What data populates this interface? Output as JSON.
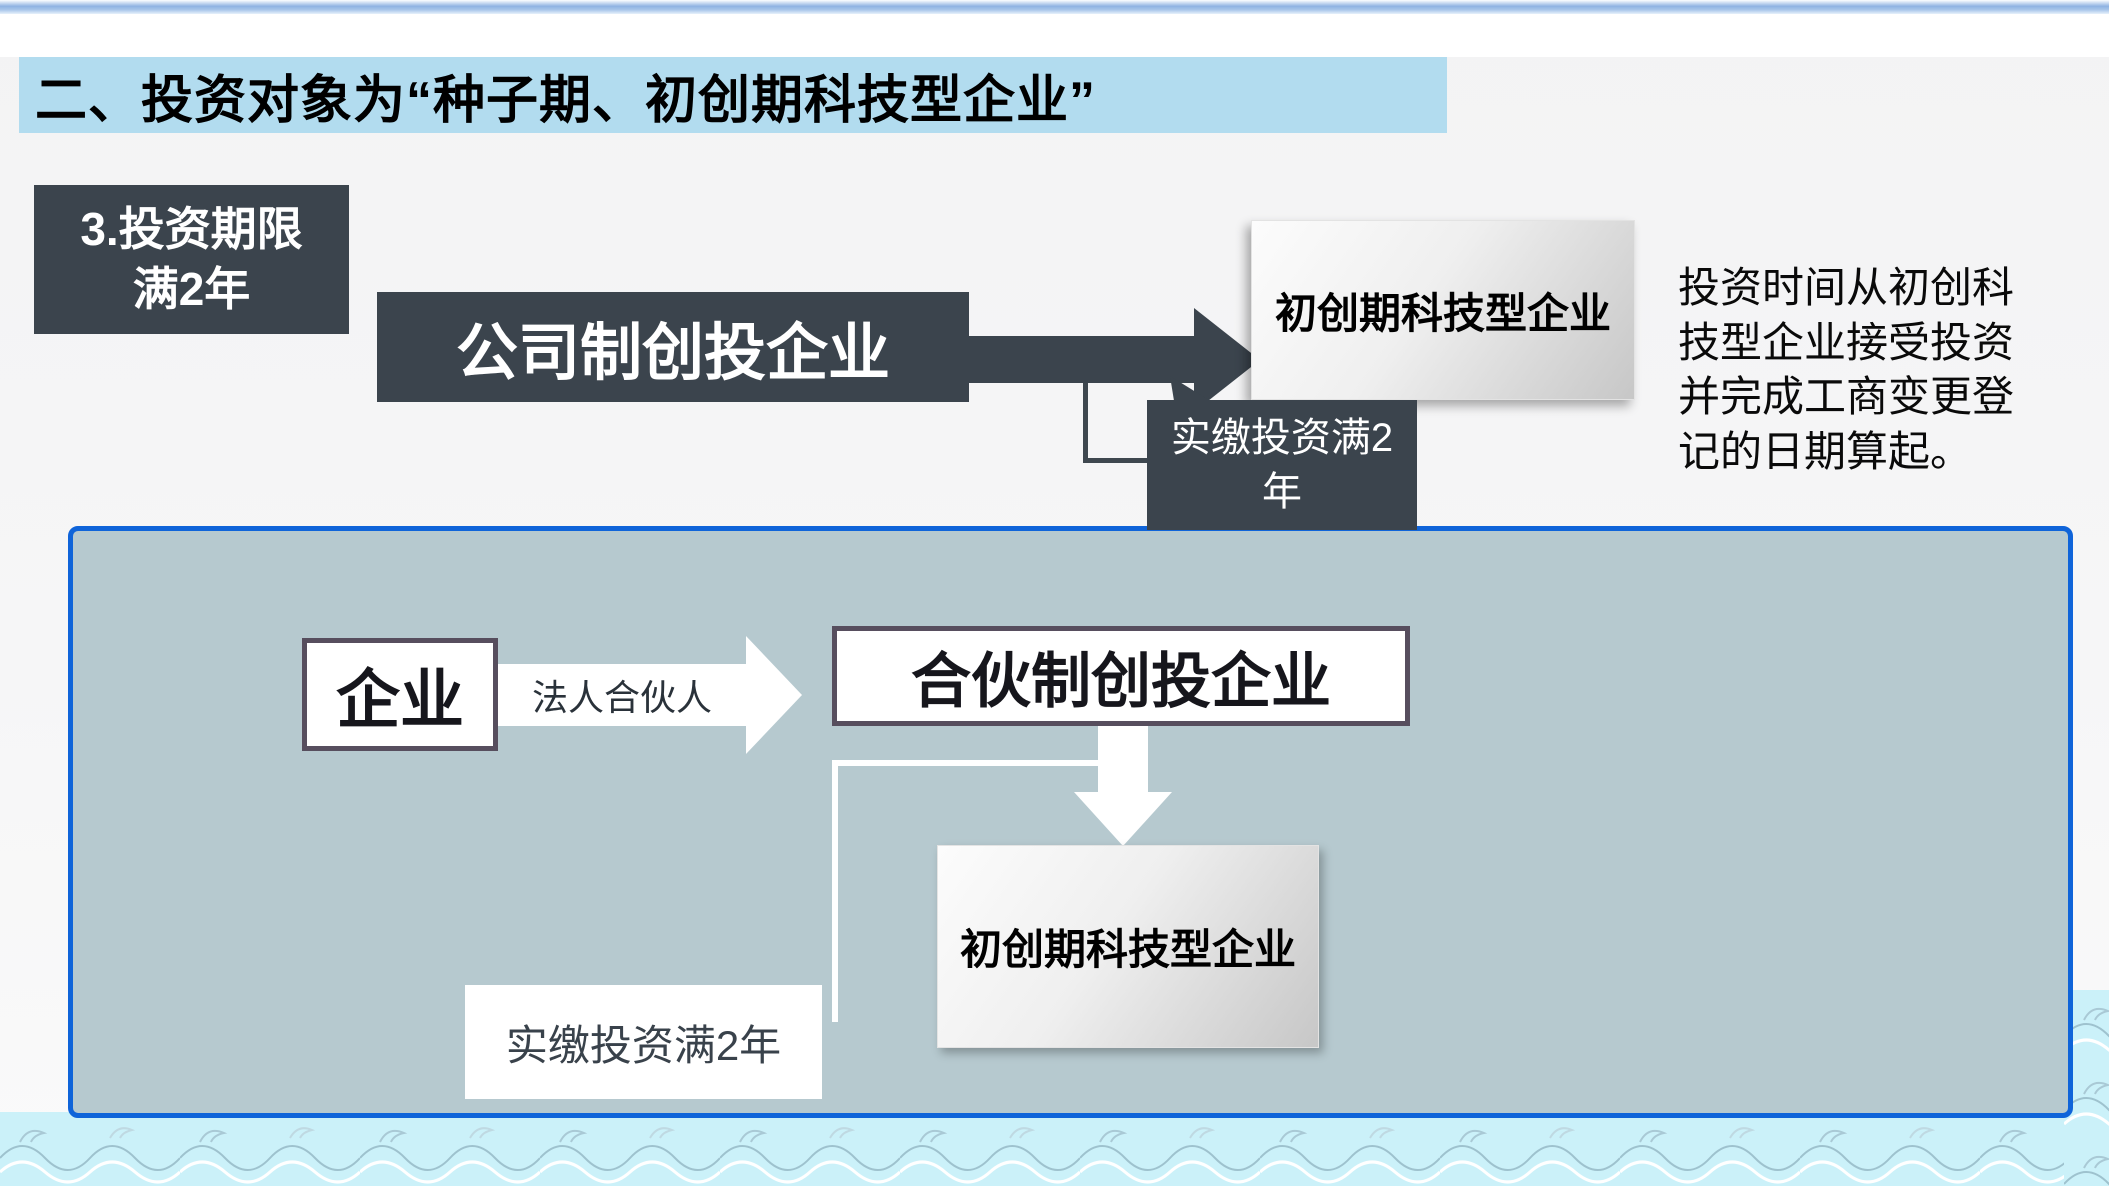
{
  "title": "二、投资对象为“种子期、初创期科技型企业”",
  "badge": "3.投资期限\n满2年",
  "top_flow": {
    "source_label": "公司制创投企业",
    "condition_label": "实缴投资满2\n年",
    "target_label": "初创期科技型企业",
    "note": "投资时间从初创科\n技型企业接受投资\n并完成工商变更登\n记的日期算起。"
  },
  "bottom_flow": {
    "source_label": "企业",
    "arrow_label": "法人合伙人",
    "intermediate_label": "合伙制创投企业",
    "target_label": "初创期科技型企业",
    "condition_label": "实缴投资满2年"
  },
  "colors": {
    "dark_slate": "#3B444D",
    "panel_fill": "#B6C9CF",
    "panel_border_blue": "#0F64D9",
    "title_bar_bg": "#B2DCEF",
    "box_border_purple": "#574E5E",
    "wave_band_bg": "#CBF1F9"
  }
}
